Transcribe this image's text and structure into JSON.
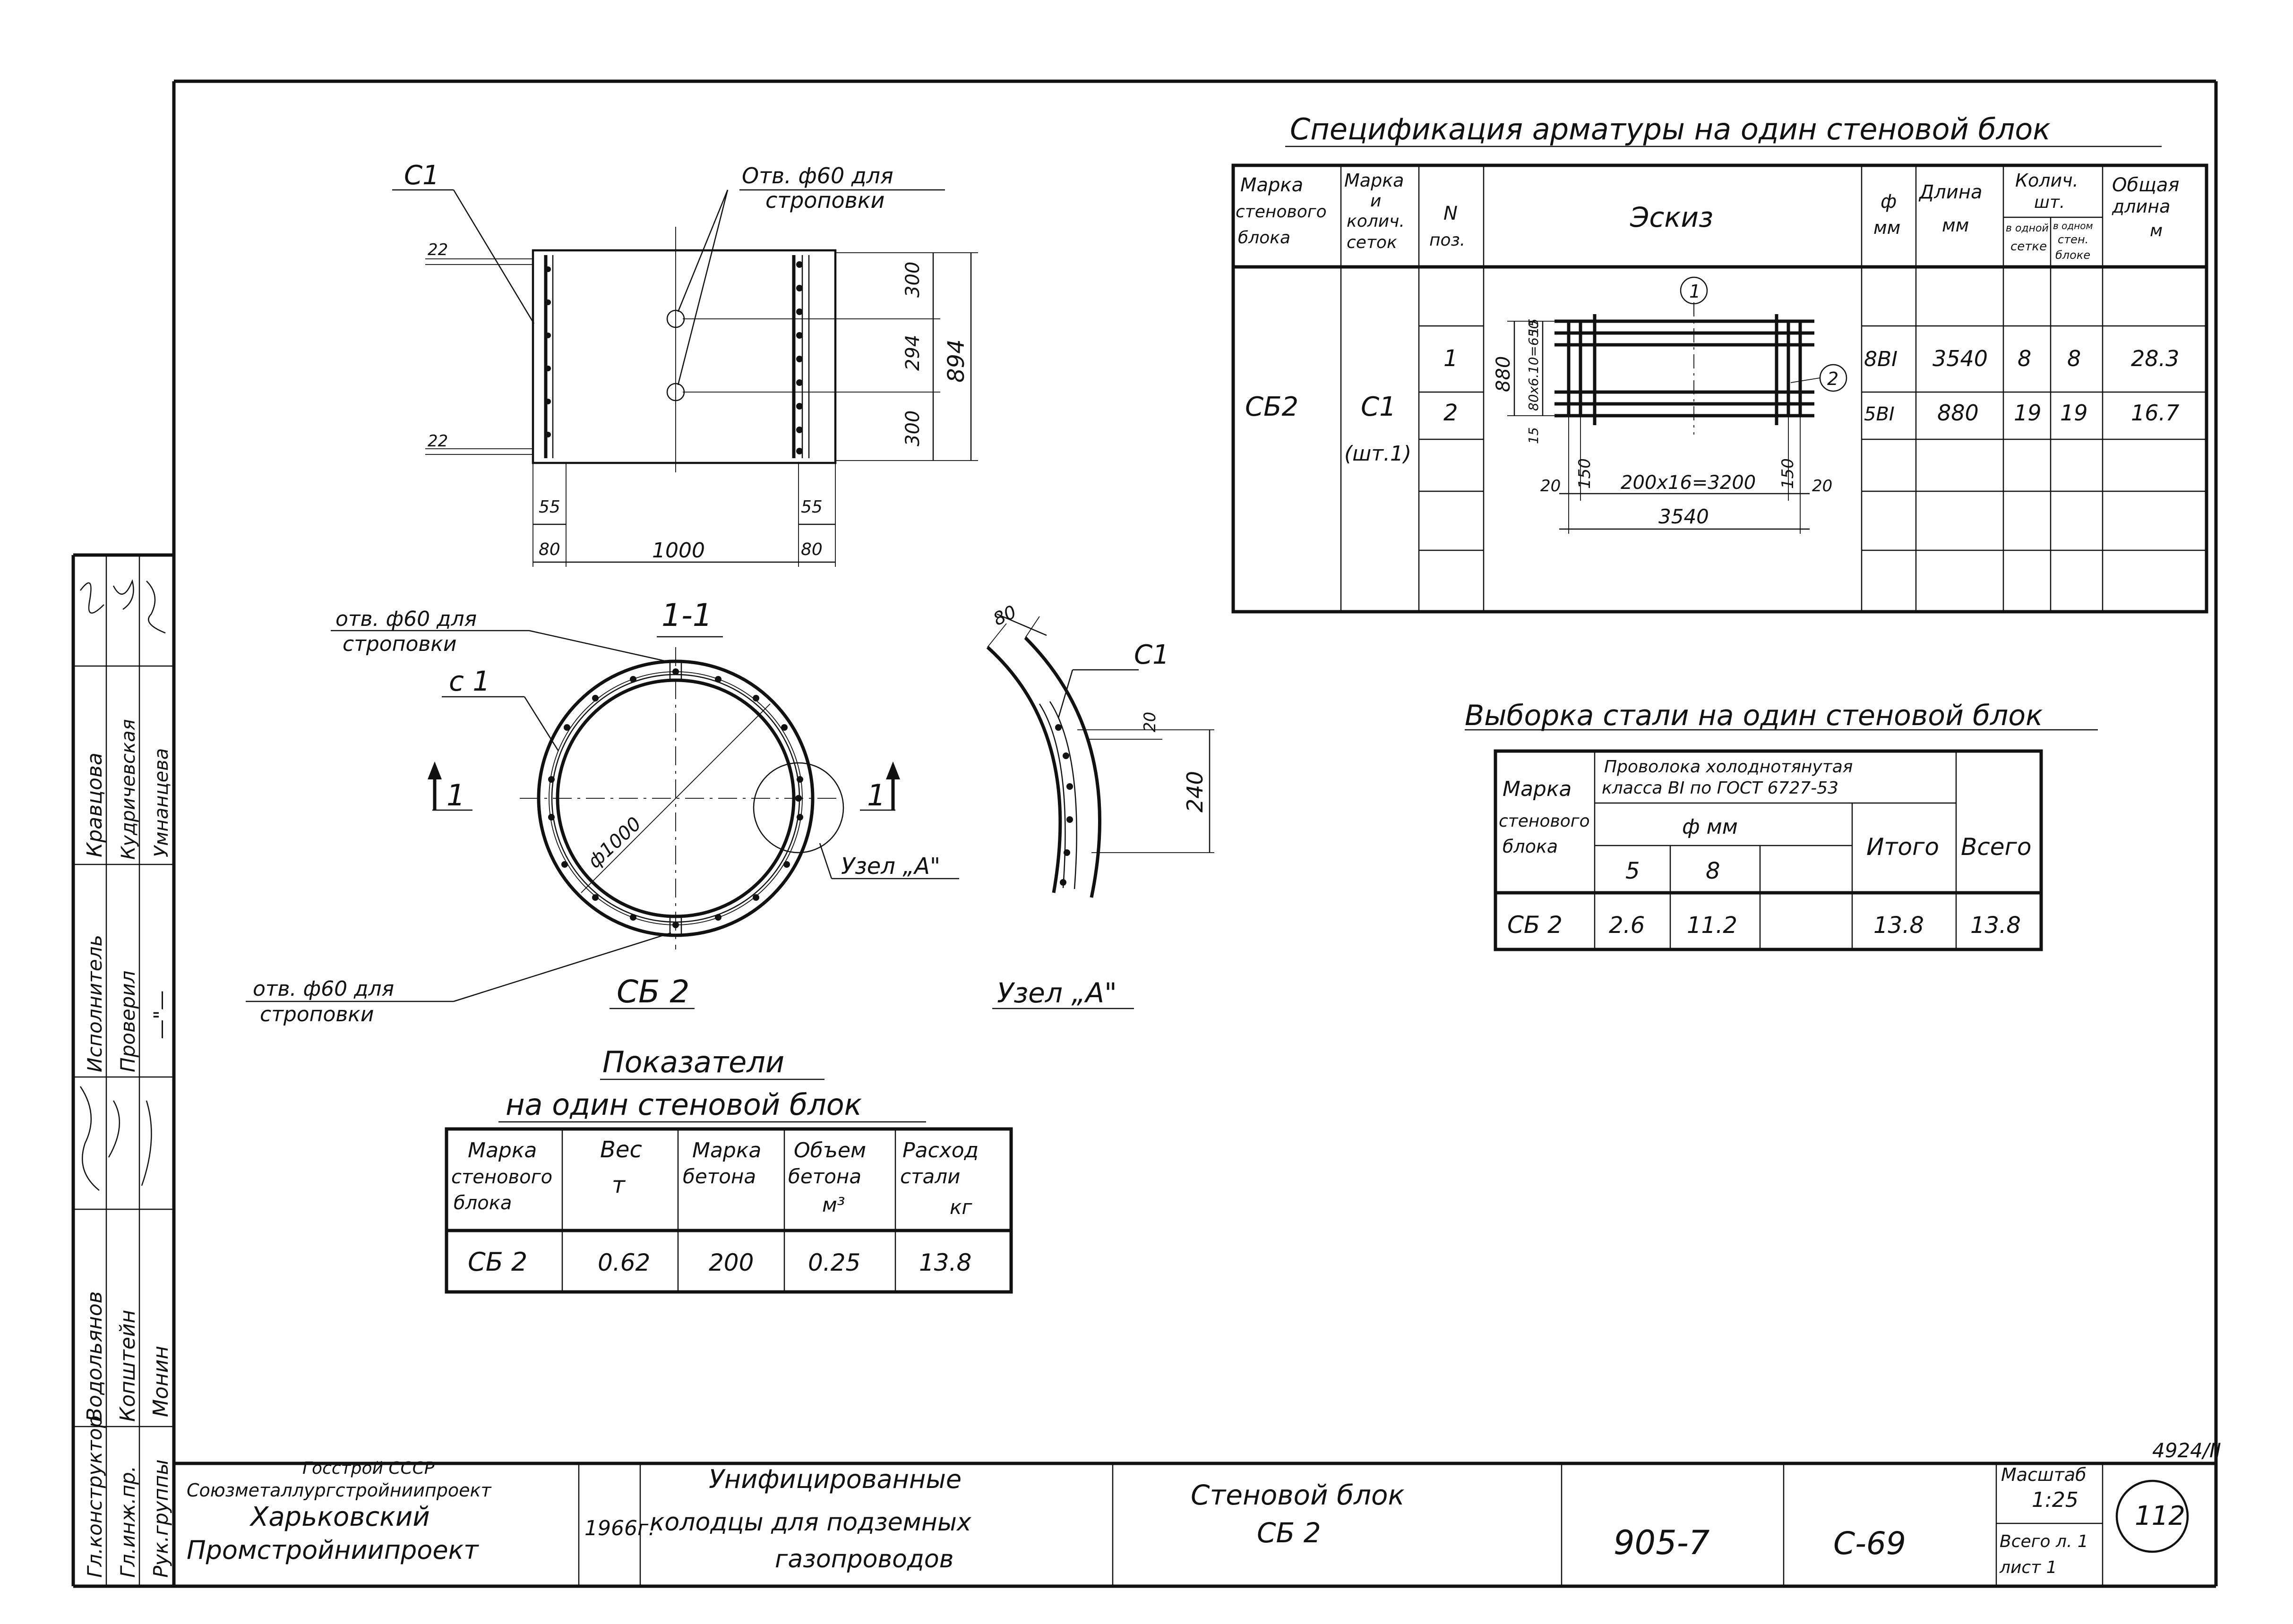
{
  "sheet_code": "4924/II",
  "page_number": "112",
  "plan_view": {
    "mesh_label": "С1",
    "hole_label_line1": "Отв. ф60 для",
    "hole_label_line2": "строповки",
    "dim_22_top": "22",
    "dim_22_bottom": "22",
    "dim_300_top": "300",
    "dim_294": "294",
    "dim_300_bottom": "300",
    "dim_894": "894",
    "dim_55_left": "55",
    "dim_55_right": "55",
    "dim_80_left": "80",
    "dim_1000": "1000",
    "dim_80_right": "80"
  },
  "section_view": {
    "title": "1-1",
    "hole_top_line1": "отв. ф60 для",
    "hole_top_line2": "строповки",
    "mesh_label": "с 1",
    "diameter_label": "ф1000",
    "section_mark": "1",
    "node_label": "Узел „А\"",
    "hole_bottom_line1": "отв. ф60 для",
    "hole_bottom_line2": "строповки",
    "block_label": "СБ 2"
  },
  "node_view": {
    "dim_80": "80",
    "mesh_label": "С1",
    "dim_20": "20",
    "dim_240": "240",
    "title": "Узел „А\""
  },
  "spec_table": {
    "title": "Спецификация арматуры на один стеновой блок",
    "headers": {
      "block_mark": [
        "Марка",
        "стенового",
        "блока"
      ],
      "mesh_mark": [
        "Марка",
        "и",
        "колич.",
        "сеток"
      ],
      "pos": [
        "N",
        "поз."
      ],
      "sketch": "Эскиз",
      "diameter": [
        "ф",
        "мм"
      ],
      "length": [
        "Длина",
        "мм"
      ],
      "qty": [
        "Колич.",
        "шт."
      ],
      "qty_mesh": [
        "в одной",
        "сетке"
      ],
      "qty_block": [
        "в одном",
        "стен.",
        "блоке"
      ],
      "total_length": [
        "Общая",
        "длина",
        "м"
      ]
    },
    "block": "СБ2",
    "mesh": "С1",
    "mesh_qty": "(шт.1)",
    "rows": [
      {
        "pos": "1",
        "diameter": "8BI",
        "length": "3540",
        "qty_mesh": "8",
        "qty_block": "8",
        "total": "28.3"
      },
      {
        "pos": "2",
        "diameter": "5BI",
        "length": "880",
        "qty_mesh": "19",
        "qty_block": "19",
        "total": "16.7"
      }
    ],
    "sketch": {
      "marker_1": "1",
      "marker_2": "2",
      "dim_880": "880",
      "dim_side": "80х6.10=650",
      "dim_15_top": "15",
      "dim_15_bottom": "15",
      "dim_20_left": "20",
      "dim_150_left": "150",
      "dim_span": "200х16=3200",
      "dim_150_right": "150",
      "dim_20_right": "20",
      "dim_3540": "3540"
    }
  },
  "steel_table": {
    "title": "Выборка стали на один стеновой блок",
    "header_block": [
      "Марка",
      "стенового",
      "блока"
    ],
    "header_wire": [
      "Проволока холоднотянутая",
      "класса BI по ГОСТ 6727-53"
    ],
    "header_diam": "ф мм",
    "col_5": "5",
    "col_8": "8",
    "header_subtotal": "Итого",
    "header_total": "Всего",
    "row": {
      "block": "СБ 2",
      "v5": "2.6",
      "v8": "11.2",
      "subtotal": "13.8",
      "total": "13.8"
    }
  },
  "indicators_table": {
    "title_line1": "Показатели",
    "title_line2": "на один стеновой блок",
    "headers": {
      "block": [
        "Марка",
        "стенового",
        "блока"
      ],
      "weight": [
        "Вес",
        "т"
      ],
      "concrete": [
        "Марка",
        "бетона"
      ],
      "volume": [
        "Объем",
        "бетона",
        "м³"
      ],
      "steel": [
        "Расход",
        "стали",
        "кг"
      ]
    },
    "row": {
      "block": "СБ 2",
      "weight": "0.62",
      "concrete": "200",
      "volume": "0.25",
      "steel": "13.8"
    }
  },
  "title_block": {
    "org_line1": "Госстрой СССР",
    "org_line2": "Союзметаллургстройниипроект",
    "org_line3": "Харьковский",
    "org_line4": "Промстройниипроект",
    "year": "1966г.",
    "project_line1": "Унифицированные",
    "project_line2": "колодцы для подземных",
    "project_line3": "газопроводов",
    "drawing_line1": "Стеновой блок",
    "drawing_line2": "СБ 2",
    "series": "905-7",
    "sheet": "С-69",
    "scale_label": "Масштаб",
    "scale": "1:25",
    "total_sheets": "Всего л. 1",
    "sheet_no": "лист 1"
  },
  "stamp": {
    "roles": [
      "Гл.конструктор",
      "Гл.инж.пр.",
      "Рук.группы",
      "Исполнитель",
      "Проверил",
      "—\"—"
    ],
    "names": [
      "Водольянов",
      "Копштейн",
      "Монин",
      "Кравцова",
      "Кудричевская",
      "Умнанцева"
    ]
  }
}
